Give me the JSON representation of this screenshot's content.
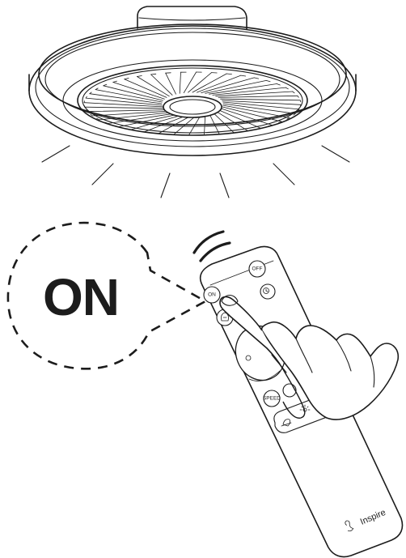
{
  "callout": {
    "label": "ON"
  },
  "remote": {
    "buttons": {
      "on": "ON",
      "off": "OFF",
      "speed": "SPEED"
    },
    "brand": "Inspire"
  },
  "colors": {
    "ink": "#1c1c1c",
    "background": "#ffffff"
  },
  "icons": [
    "ceiling-fan-icon",
    "remote-control-icon",
    "signal-waves-icon",
    "hand-icon",
    "timer-icon",
    "light-mode-icon",
    "fan-direction-icon",
    "brightness-icon",
    "sleep-mode-icon",
    "inspire-logo-icon"
  ]
}
